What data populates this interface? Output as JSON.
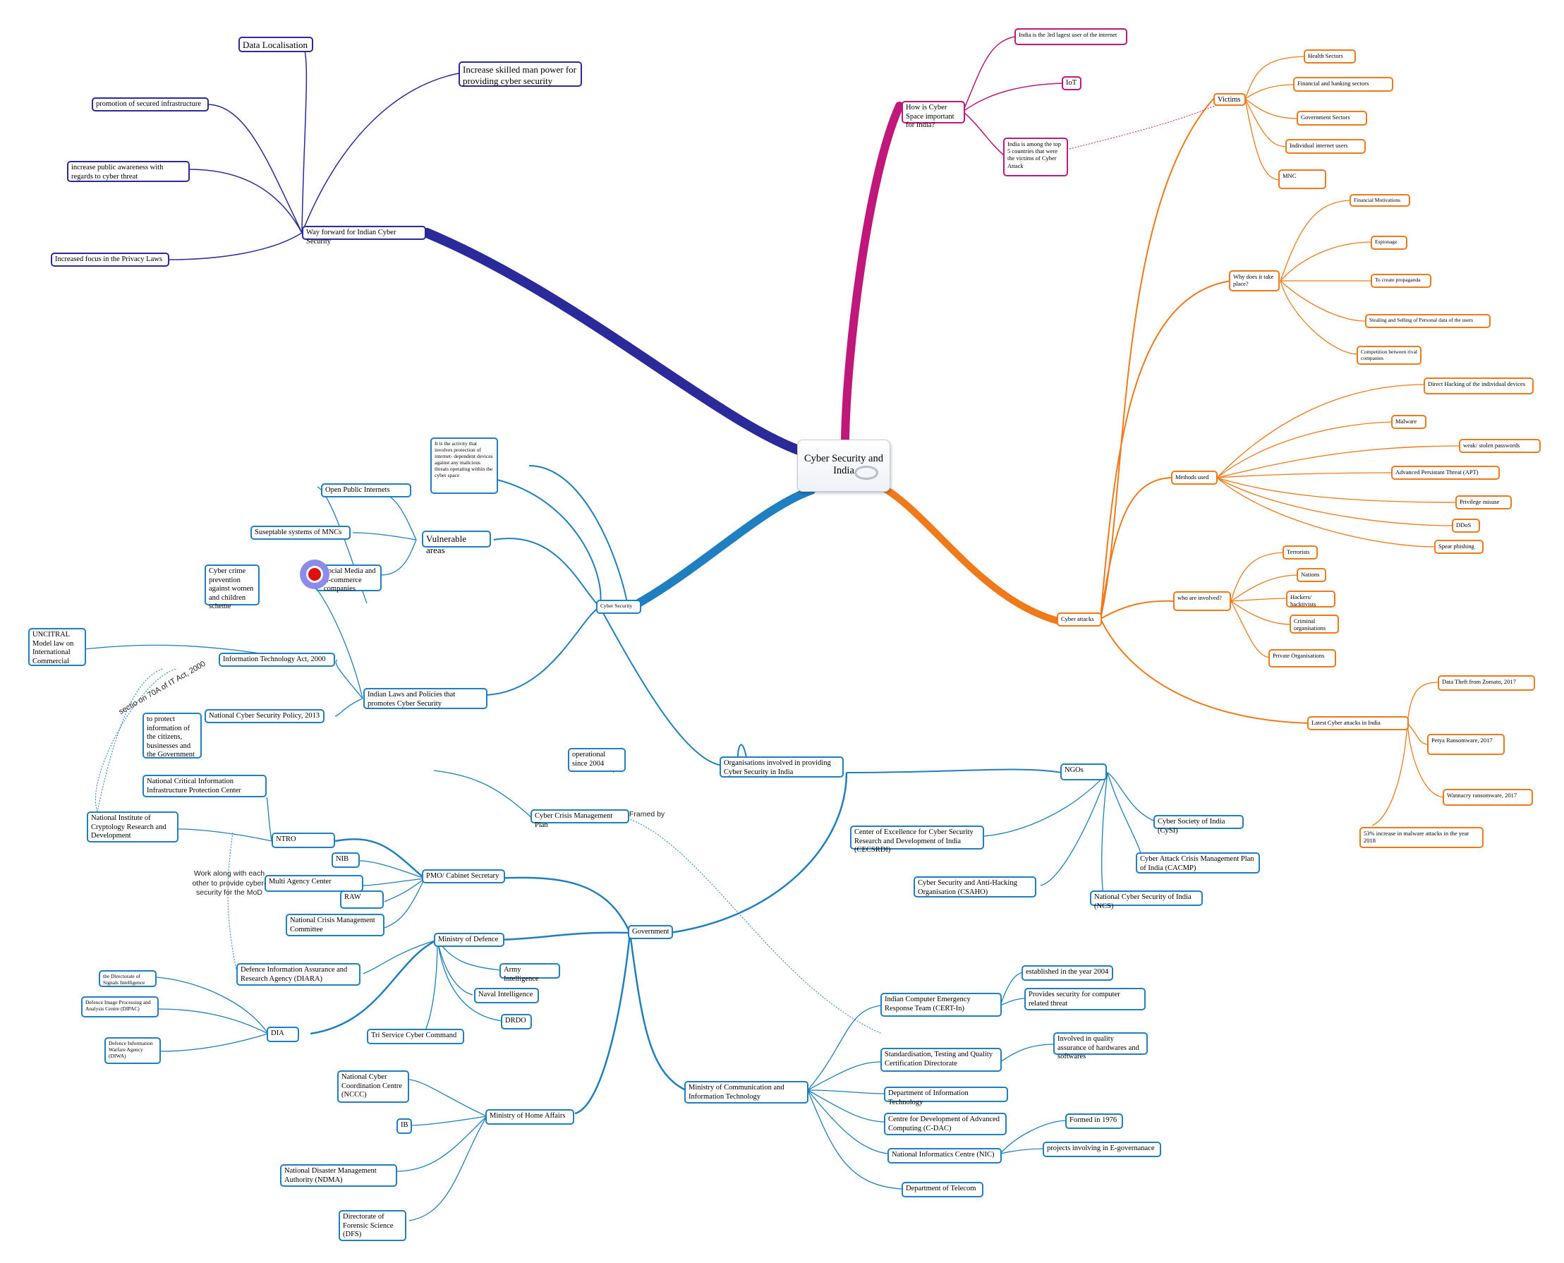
{
  "center": {
    "label": "Cyber Security and India"
  },
  "branches": {
    "way_forward": {
      "label": "Way forward for Indian Cyber Security",
      "children": [
        "Data Localisation",
        "Increase skilled man power for providing cyber security",
        "promotion of secured infrastructure",
        "increase public awareness with regards to cyber threat",
        "Increased focus in the Privacy Laws"
      ]
    },
    "importance": {
      "label": "How is Cyber Space important for India?",
      "children": [
        "India is the 3rd lagest user of the internet",
        "IoT",
        "India is among the top 5 countries that were the victims of Cyber Attack"
      ]
    },
    "cyber_attacks": {
      "label": "Cyber attacks",
      "victims": {
        "label": "Victims",
        "children": [
          "Health Sectors",
          "Financial and banking sectors",
          "Government Sectors",
          "Individual internet users",
          "MNC"
        ]
      },
      "why": {
        "label": "Why does it take place?",
        "children": [
          "Financial Motivations",
          "Espionage",
          "To create propaganda",
          "Stealing and Selling of Personal data of the users",
          "Competition between rival companies"
        ]
      },
      "methods": {
        "label": "Methods used",
        "children": [
          "Direct Hacking of the individual devices",
          "Malware",
          "weak/ stolen passwords",
          "Advanced Persistant Threat (APT)",
          "Privilege misuse",
          "DDoS",
          "Spear phishing"
        ]
      },
      "who": {
        "label": "who are involved?",
        "children": [
          "Terrorists",
          "Nations",
          "Hackers/ hacktivists",
          "Criminal organisations",
          "Private Organisations"
        ]
      },
      "latest": {
        "label": "Latest Cyber attacks in India",
        "children": [
          "Data Theft from Zomato, 2017",
          "Petya Ransomware, 2017",
          "Wannacry ransomware, 2017",
          "53% increase in malware attacks in the year 2018"
        ]
      }
    },
    "cyber_security": {
      "label": "Cyber Security",
      "definition": "It is the activity that involves protection of internet- dependent devices against any malicious threats operating within the cyber space",
      "vulnerable": {
        "label": "Vulnerable areas",
        "children": [
          "Open Public Internets",
          "Suseptable systems of MNCs",
          "Social Media and E-commerce companies"
        ]
      },
      "laws": {
        "label": "Indian Laws and Policies that promotes Cyber Security",
        "children": [
          "Cyber crime prevention against women and children scheme",
          "Information Technology Act, 2000",
          "National Cyber Security Policy, 2013"
        ],
        "it_act_child": "UNCITRAL Model law on International Commercial Arbitration",
        "policy_child": "to protect information of the citizens, businesses and the Government",
        "section_note": "sectio on 70A of IT Act, 2000"
      },
      "crisis": {
        "label": "Cyber Crisis Management Plan",
        "child": "operational since 2004",
        "framed_by": "Framed by"
      },
      "orgs": {
        "label": "Organisations involved in providing Cyber Security in India"
      }
    },
    "ngos": {
      "label": "NGOs",
      "children": [
        "Cyber Society of India (CySI)",
        "Center of Excellence for Cyber Security Research and Development of India (CECSRDI)",
        "Cyber Attack Crisis Management Plan of India (CACMP)",
        "Cyber Security and Anti-Hacking Organisation (CSAHO)",
        "National Cyber Security of India (NCS)"
      ]
    },
    "government": {
      "label": "Government",
      "pmo": {
        "label": "PMO/ Cabinet Secretary",
        "children": [
          "NIB",
          "Multi Agency Center",
          "RAW",
          "National Crisis Management Committee"
        ]
      },
      "ntro": {
        "label": "NTRO",
        "children": [
          "National Critical Information Infrastructure Protection Center",
          "National Institute of Cryptology Research and Development"
        ]
      },
      "work_note": "Work along with each other to provide cyber-security for the MoD",
      "mod": {
        "label": "Ministry of Defence",
        "children": [
          "Defence Information Assurance and Research Agency (DIARA)",
          "Army Intelligence",
          "Naval Intelligence",
          "DRDO",
          "Tri Service Cyber Command"
        ]
      },
      "dia": {
        "label": "DIA",
        "children": [
          "the Directorate of Signals Intelligence",
          "Defence Image Processing and Analysis Centre (DIPAC)",
          "Defence Information Warfare Agency (DIWA)"
        ]
      },
      "mha": {
        "label": "Ministry of Home Affairs",
        "children": [
          "National Cyber Coordination Centre (NCCC)",
          "IB",
          "National Disaster Management Authority (NDMA)",
          "Directorate of Forensic Science (DFS)"
        ]
      },
      "meity": {
        "label": "Ministry of Communication and Information Technology",
        "children": [
          "Indian Computer Emergency Response Team (CERT-In)",
          "Standardisation, Testing and Quality Certification Directorate",
          "Department of Information Technology",
          "Centre for Development of Advanced Computing (C-DAC)",
          "National Informatics Centre (NIC)",
          "Department of Telecom"
        ],
        "cert_children": [
          "established in the year 2004",
          "Provides security for computer related threat"
        ],
        "stqc_child": "Involved in quality assurance of hardwares and softwares",
        "nic_children": [
          "Formed in 1976",
          "projects involving in E-governanace"
        ]
      }
    }
  },
  "colors": {
    "navy": "#2a2a9a",
    "magenta": "#c0187a",
    "orange": "#f07a1a",
    "blue": "#1f7fc0"
  }
}
